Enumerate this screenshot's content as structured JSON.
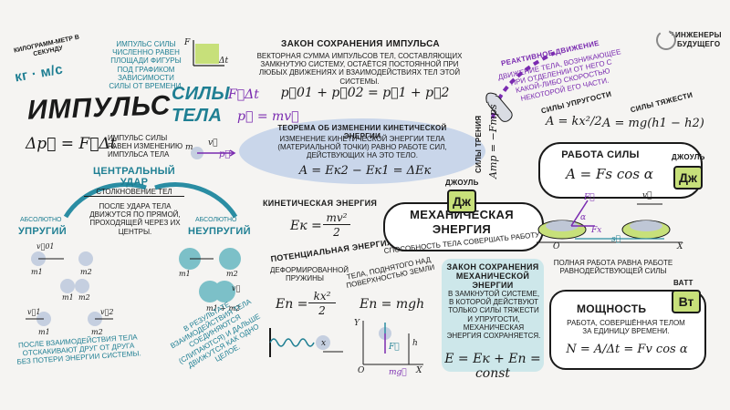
{
  "brand": {
    "line1": "ИНЖЕНЕРЫ",
    "line2": "БУДУЩЕГО"
  },
  "impulse": {
    "title": "ИМПУЛЬС",
    "units_small": "КИЛОГРАММ-МЕТР В СЕКУНДУ",
    "units": "кг · м/с",
    "force_impulse_text": "ИМПУЛЬС СИЛЫ ЧИСЛЕННО РАВЕН ПЛОЩАДИ ФИГУРЫ ПОД ГРАФИКОМ ЗАВИСИМОСТИ СИЛЫ ОТ ВРЕМЕНИ.",
    "graph_f": "F",
    "graph_dt": "Δt",
    "sily_label": "СИЛЫ",
    "tela_label": "ТЕЛА",
    "sily_formula": "F⃗Δt",
    "tela_formula": "p⃗ = mv⃗",
    "change_formula": "Δp⃗ = F⃗Δt",
    "change_text": "ИМПУЛЬС СИЛЫ РАВЕН ИЗМЕНЕНИЮ ИМПУЛЬСА ТЕЛА",
    "mv_m": "m",
    "mv_v": "v⃗",
    "mv_p": "p⃗"
  },
  "conservation_momentum": {
    "title": "ЗАКОН СОХРАНЕНИЯ ИМПУЛЬСА",
    "text": "ВЕКТОРНАЯ СУММА ИМПУЛЬСОВ ТЕЛ, СОСТАВЛЯЮЩИХ ЗАМКНУТУЮ СИСТЕМУ, ОСТАЁТСЯ ПОСТОЯННОЙ ПРИ ЛЮБЫХ ДВИЖЕНИЯХ И ВЗАИМОДЕЙСТВИЯХ ТЕЛ ЭТОЙ СИСТЕМЫ.",
    "formula": "p⃗01 + p⃗02 = p⃗1 + p⃗2"
  },
  "reactive": {
    "title": "РЕАКТИВНОЕ ДВИЖЕНИЕ",
    "text": "ДВИЖЕНИЕ ТЕЛА, ВОЗНИКАЮЩЕЕ ПРИ ОТДЕЛЕНИИ ОТ НЕГО С КАКОЙ-ЛИБО СКОРОСТЬЮ НЕКОТОРОЙ ЕГО ЧАСТИ."
  },
  "kinetic_theorem": {
    "title": "ТЕОРЕМА ОБ ИЗМЕНЕНИИ КИНЕТИЧЕСКОЙ ЭНЕРГИИ",
    "text": "ИЗМЕНЕНИЕ КИНЕТИЧЕСКОЙ ЭНЕРГИИ ТЕЛА (МАТЕРИАЛЬНОЙ ТОЧКИ) РАВНО РАБОТЕ СИЛ, ДЕЙСТВУЮЩИХ НА ЭТО ТЕЛО.",
    "formula": "A = Eк2 − Eк1 = ΔEк"
  },
  "collision": {
    "title": "ЦЕНТРАЛЬНЫЙ УДАР",
    "subtitle": "СТОЛКНОВЕНИЕ ТЕЛ",
    "text": "ПОСЛЕ УДАРА ТЕЛА ДВИЖУТСЯ ПО ПРЯМОЙ, ПРОХОДЯЩЕЙ ЧЕРЕЗ ИХ ЦЕНТРЫ.",
    "elastic_small": "АБСОЛЮТНО",
    "elastic": "УПРУГИЙ",
    "inelastic_small": "АБСОЛЮТНО",
    "inelastic": "НЕУПРУГИЙ",
    "elastic_text": "ПОСЛЕ ВЗАИМОДЕЙСТВИЯ ТЕЛА ОТСКАКИВАЮТ ДРУГ ОТ ДРУГА БЕЗ ПОТЕРИ ЭНЕРГИИ СИСТЕМЫ.",
    "inelastic_text": "В РЕЗУЛЬТАТЕ ВЗАИМОДЕЙСТВИЯ ТЕЛА СОЕДИНЯЮТСЯ (СЛИПАЮТСЯ) И ДАЛЬШЕ ДВИЖУТСЯ КАК ОДНО ЦЕЛОЕ.",
    "v01": "v⃗01",
    "m1": "m1",
    "m2": "m2",
    "v1": "v⃗1",
    "v2": "v⃗2",
    "v": "v⃗",
    "m1m2": "m1 + m2"
  },
  "kinetic_energy": {
    "title": "КИНЕТИЧЕСКАЯ ЭНЕРГИЯ",
    "formula_lhs": "Eк =",
    "num": "mv²",
    "den": "2"
  },
  "potential_energy": {
    "title": "ПОТЕНЦИАЛЬНАЯ ЭНЕРГИЯ",
    "spring_label": "ДЕФОРМИРОВАННОЙ ПРУЖИНЫ",
    "body_label": "ТЕЛА, ПОДНЯТОГО НАД ПОВЕРХНОСТЬЮ ЗЕМЛИ",
    "spring_lhs": "Eп =",
    "spring_num": "kx²",
    "spring_den": "2",
    "body_formula": "Eп = mgh",
    "x": "x",
    "Y": "Y",
    "O": "O",
    "X": "X",
    "h": "h",
    "F": "F⃗",
    "mg": "mg⃗"
  },
  "mechanical": {
    "title_line1": "МЕХАНИЧЕСКАЯ",
    "title_line2": "ЭНЕРГИЯ",
    "subtitle": "СПОСОБНОСТЬ ТЕЛА СОВЕРШАТЬ РАБОТУ",
    "joule": "ДЖОУЛЬ",
    "badge": "Дж"
  },
  "conservation_energy": {
    "title": "ЗАКОН СОХРАНЕНИЯ МЕХАНИЧЕСКОЙ ЭНЕРГИИ",
    "text": "В ЗАМКНУТОЙ СИСТЕМЕ, В КОТОРОЙ ДЕЙСТВУЮТ ТОЛЬКО СИЛЫ ТЯЖЕСТИ И УПРУГОСТИ, МЕХАНИЧЕСКАЯ ЭНЕРГИЯ СОХРАНЯЕТСЯ.",
    "formula": "E = Eк + Eп = const"
  },
  "work": {
    "title": "РАБОТА СИЛЫ",
    "formula": "A = Fs cos α",
    "joule": "ДЖОУЛЬ",
    "badge": "Дж",
    "elastic_label": "СИЛЫ УПРУГОСТИ",
    "elastic_formula": "A = kx²/2",
    "gravity_label": "СИЛЫ ТЯЖЕСТИ",
    "gravity_formula": "A = mg(h1 − h2)",
    "friction_label": "СИЛЫ ТРЕНИЯ",
    "friction_formula": "Aтр = −Fтрs",
    "caption": "ПОЛНАЯ РАБОТА РАВНА РАБОТЕ РАВНОДЕЙСТВУЮЩЕЙ СИЛЫ",
    "F": "F⃗",
    "alpha": "α",
    "Fx": "Fx",
    "v": "v⃗",
    "s": "s⃗",
    "O": "O",
    "X": "X"
  },
  "power": {
    "title": "МОЩНОСТЬ",
    "watt": "ВАТТ",
    "badge": "Вт",
    "text": "РАБОТА, СОВЕРШЁННАЯ ТЕЛОМ ЗА ЕДИНИЦУ ВРЕМЕНИ.",
    "formula": "N = A/Δt = Fv cos α"
  }
}
